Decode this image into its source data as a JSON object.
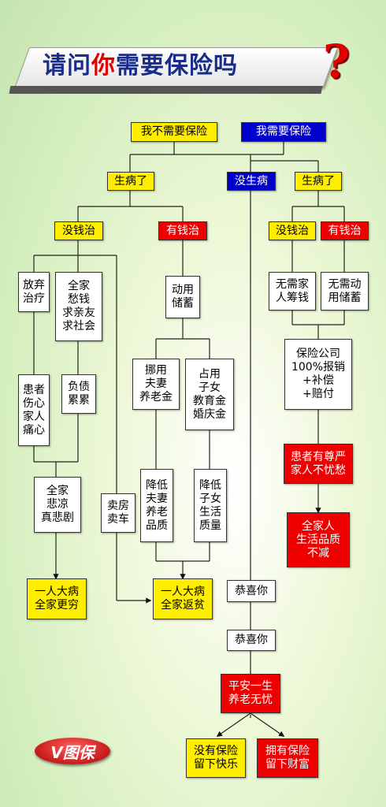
{
  "title": {
    "part1": "请问",
    "highlight": "你",
    "part2": "需要保险吗",
    "qmark": "?"
  },
  "nodes": {
    "no_need": "我不需要保险",
    "need": "我需要保险",
    "sick_left": "生病了",
    "not_sick": "没生病",
    "sick_right": "生病了",
    "no_money_left": "没钱治",
    "has_money_left": "有钱治",
    "no_money_right": "没钱治",
    "has_money_right": "有钱治",
    "give_up": "放弃\n治疗",
    "borrow": "全家\n愁钱\n求亲友\n求社会",
    "use_savings": "动用\n储蓄",
    "no_raise": "无需家\n人筹钱",
    "no_use_savings": "无需动\n用储蓄",
    "patient_sad": "患者\n伤心\n家人\n痛心",
    "debt": "负债\n累累",
    "use_pension": "挪用\n夫妻\n养老金",
    "use_edu": "占用\n子女\n教育金\n婚庆金",
    "insurer_pays": "保险公司\n100%报销\n+补偿\n+赔付",
    "tragedy": "全家\n悲凉\n真悲剧",
    "sell": "卖房\n卖车",
    "lower_pension": "降低\n夫妻\n养老\n品质",
    "lower_kids": "降低\n子女\n生活\n质量",
    "dignity": "患者有尊严\n家人不忧愁",
    "quality_kept": "全家人\n生活品质\n不减",
    "poorer": "一人大病\n全家更穷",
    "back_poor": "一人大病\n全家返贫",
    "congrats1": "恭喜你",
    "congrats2": "恭喜你",
    "peace": "平安一生\n养老无忧",
    "no_ins_end": "没有保险\n留下快乐",
    "has_ins_end": "拥有保险\n留下财富"
  },
  "logo": {
    "text": "V图保"
  },
  "colors": {
    "yellow": "#ffee00",
    "blue": "#0000cc",
    "red": "#ee0000",
    "title_blue": "#1a2c8a"
  }
}
